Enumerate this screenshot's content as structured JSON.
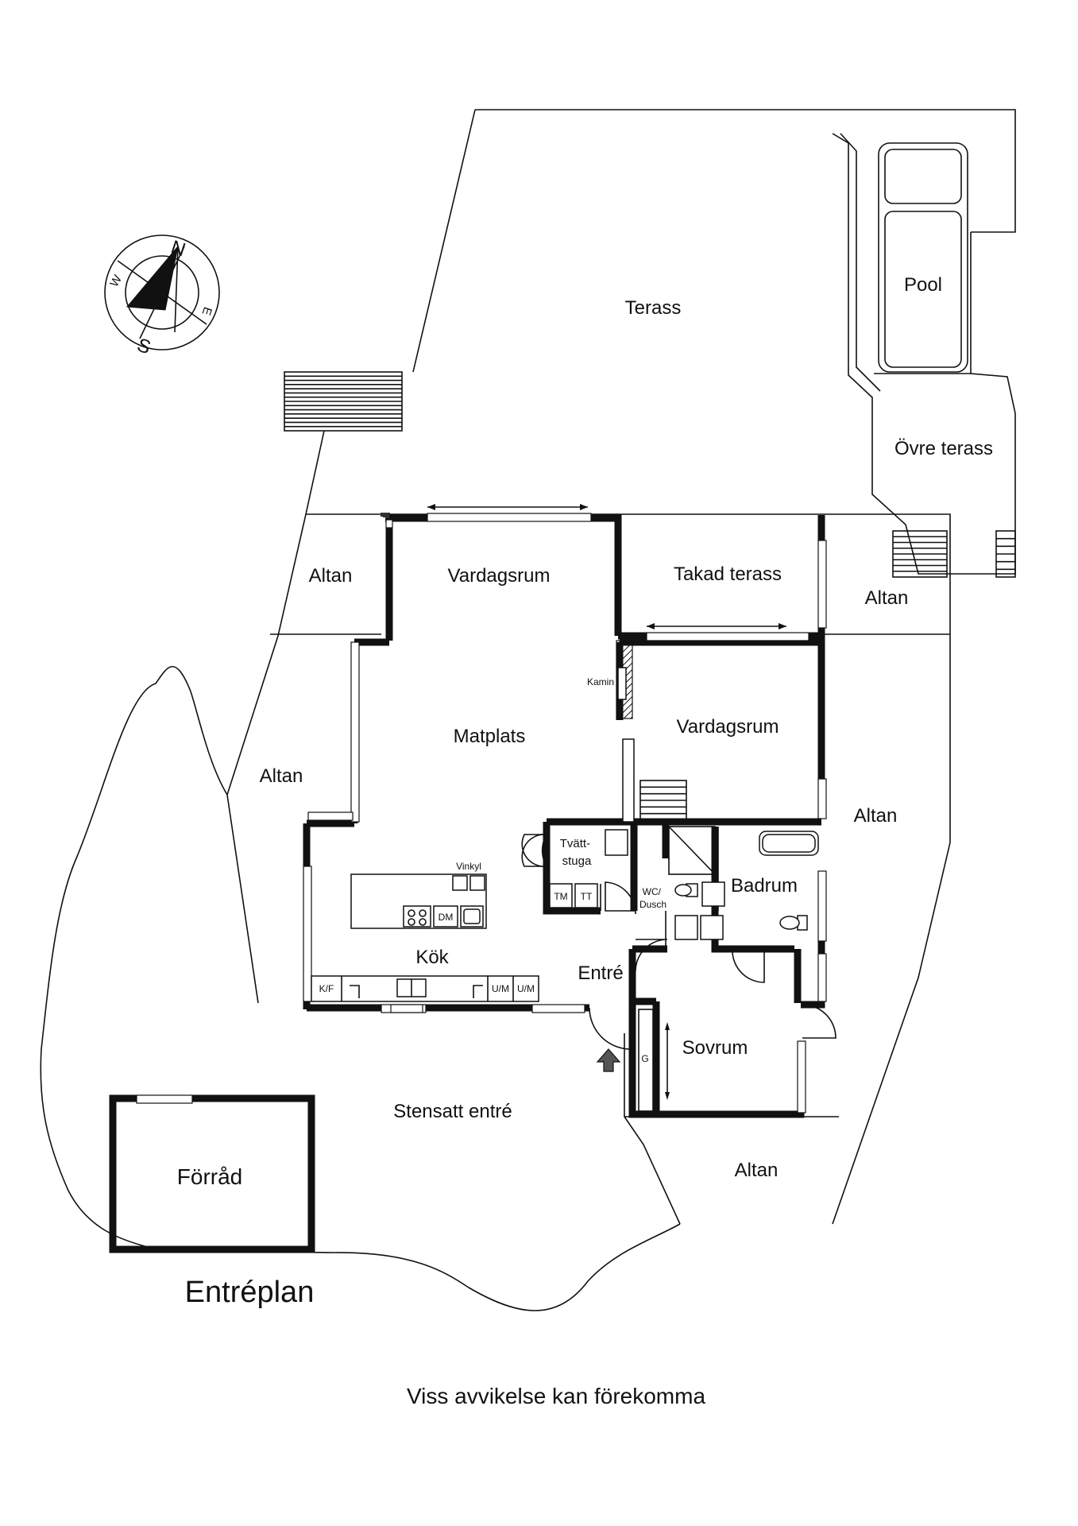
{
  "plan_title": "Entréplan",
  "disclaimer": "Viss avvikelse kan förekomma",
  "compass": {
    "north": "N",
    "east": "E",
    "south": "S",
    "west": "W"
  },
  "rooms": {
    "terass": "Terass",
    "pool": "Pool",
    "ovre_terass": "Övre terass",
    "altan_nw": "Altan",
    "vardagsrum_top": "Vardagsrum",
    "takad_terass": "Takad terass",
    "altan_ne": "Altan",
    "kamin": "Kamin",
    "vardagsrum_mid": "Vardagsrum",
    "matplats": "Matplats",
    "altan_w": "Altan",
    "altan_e": "Altan",
    "tvattstuga": "Tvätt-\nstuga",
    "vinkyl": "Vinkyl",
    "wc_dusch": "WC/\nDusch",
    "badrum": "Badrum",
    "kok": "Kök",
    "entre": "Entré",
    "sovrum": "Sovrum",
    "stensatt_entre": "Stensatt entré",
    "forrad": "Förråd",
    "altan_se": "Altan"
  },
  "appliances": {
    "tm": "TM",
    "tt": "TT",
    "dm": "DM",
    "kf": "K/F",
    "um1": "U/M",
    "um2": "U/M",
    "g": "G"
  }
}
